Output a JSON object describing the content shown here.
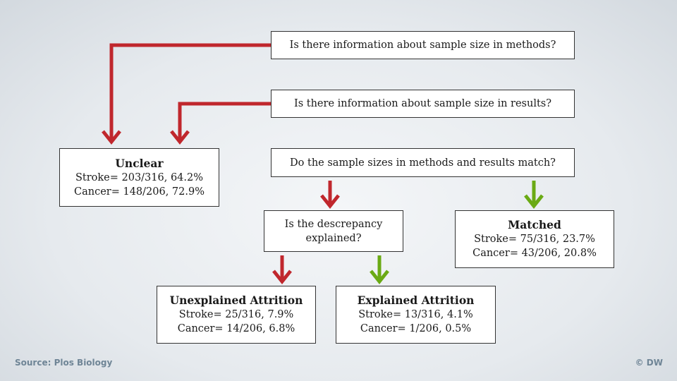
{
  "questions": {
    "q1": "Is there information about sample size in methods?",
    "q2": "Is there information about sample size in results?",
    "q3": "Do the sample sizes in methods and results match?",
    "q4_line1": "Is the descrepancy",
    "q4_line2": "explained?"
  },
  "outcomes": {
    "unclear": {
      "title": "Unclear",
      "stroke": "Stroke= 203/316, 64.2%",
      "cancer": "Cancer= 148/206, 72.9%"
    },
    "matched": {
      "title": "Matched",
      "stroke": "Stroke= 75/316,  23.7%",
      "cancer": "Cancer= 43/206, 20.8%"
    },
    "unexplained": {
      "title": "Unexplained Attrition",
      "stroke": "Stroke= 25/316, 7.9%",
      "cancer": "Cancer= 14/206, 6.8%"
    },
    "explained": {
      "title": "Explained Attrition",
      "stroke": "Stroke= 13/316,  4.1%",
      "cancer": "Cancer= 1/206, 0.5%"
    }
  },
  "footer": {
    "source": "Source: Plos Biology",
    "credit": "© DW"
  },
  "colors": {
    "no_arrow": "#c0272d",
    "yes_arrow": "#6aaa14",
    "box_border": "#333333",
    "footer_text": "#6f8596"
  }
}
